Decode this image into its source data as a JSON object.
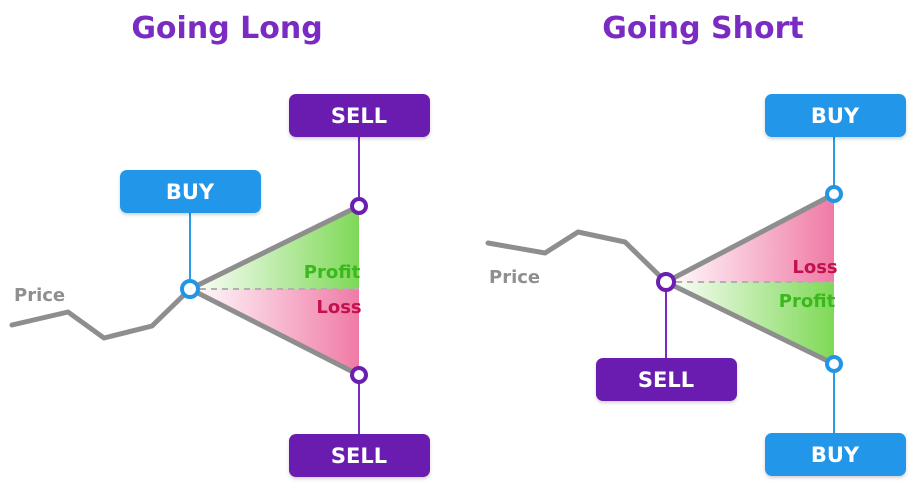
{
  "colors": {
    "title": "#7a2bc2",
    "buy": "#2196e8",
    "sell": "#6a1fb0",
    "profit_text": "#3cb81f",
    "loss_text": "#c4114e",
    "profit_fill": "#7ed957",
    "loss_fill": "#f07aa6",
    "price_line": "#8e8e8e"
  },
  "long_panel": {
    "title": "Going Long",
    "price_label": "Price",
    "entry_button": "BUY",
    "upper_exit_button": "SELL",
    "lower_exit_button": "SELL",
    "upper_zone_label": "Profit",
    "lower_zone_label": "Loss"
  },
  "short_panel": {
    "title": "Going Short",
    "price_label": "Price",
    "entry_button": "SELL",
    "upper_exit_button": "BUY",
    "lower_exit_button": "BUY",
    "upper_zone_label": "Loss",
    "lower_zone_label": "Profit"
  }
}
